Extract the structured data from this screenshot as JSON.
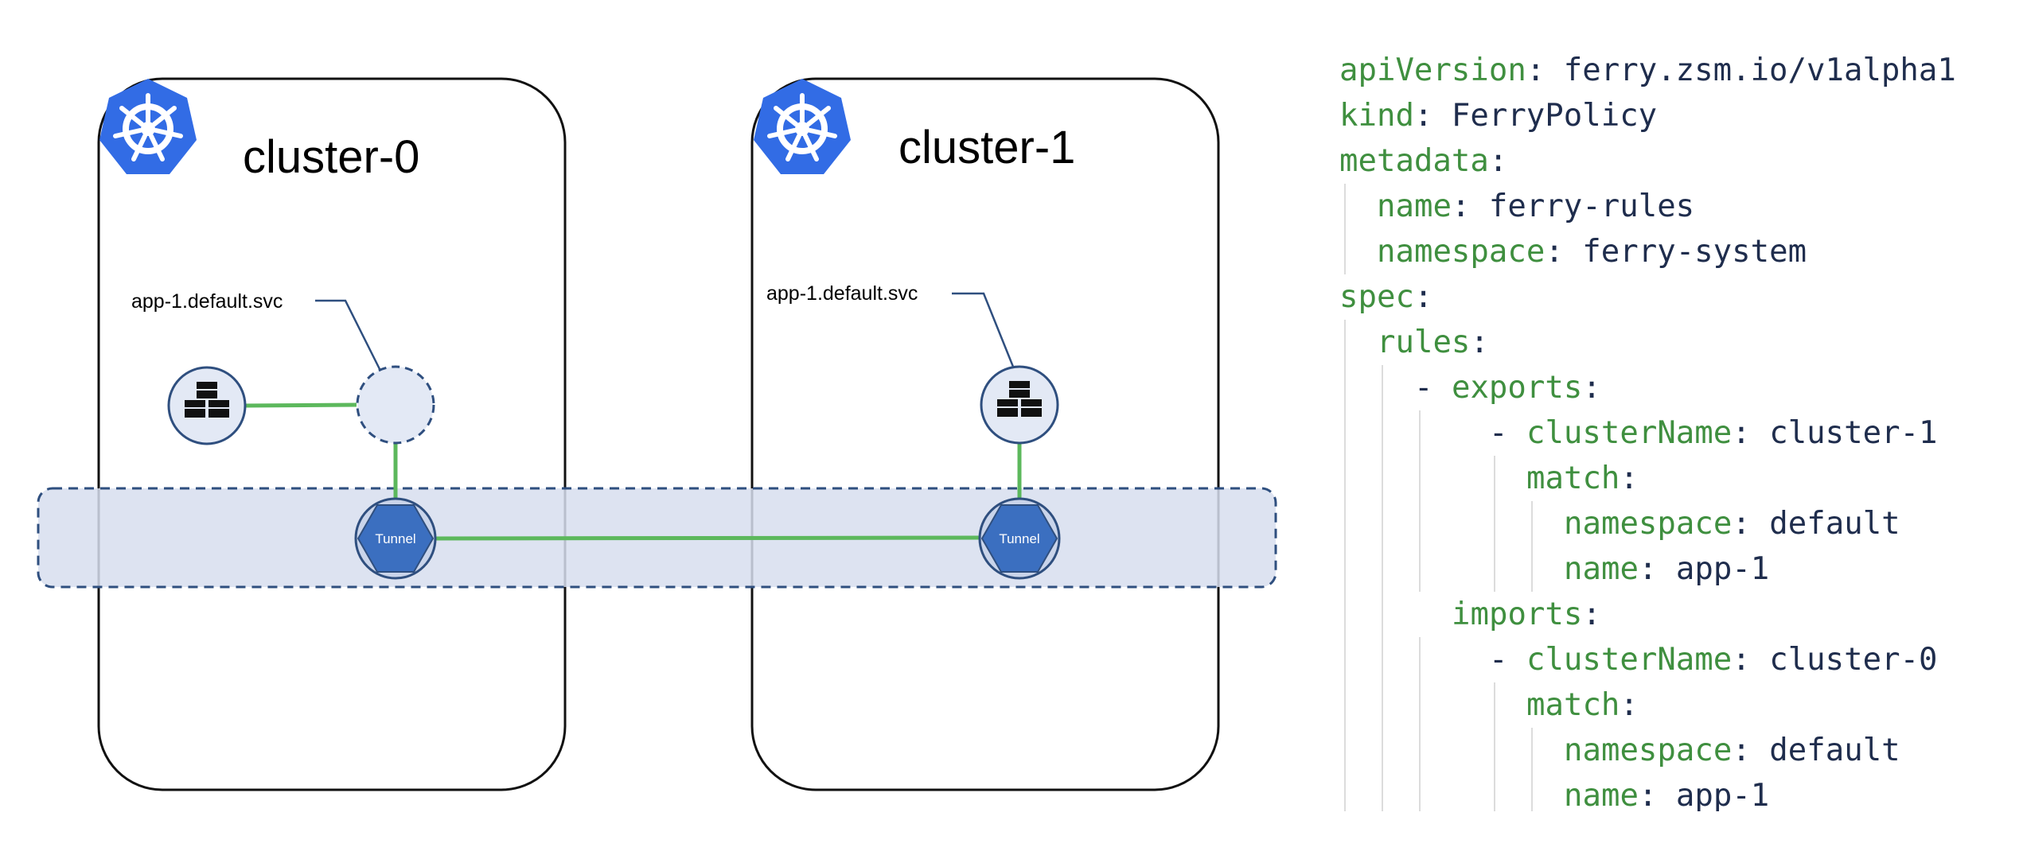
{
  "clusters": [
    {
      "title": "cluster-0",
      "service_label": "app-1.default.svc",
      "tunnel_label": "Tunnel"
    },
    {
      "title": "cluster-1",
      "service_label": "app-1.default.svc",
      "tunnel_label": "Tunnel"
    }
  ],
  "colors": {
    "kubernetes_blue": "#326ce5",
    "tunnel_blue": "#3b6fc0",
    "tunnel_band": "#d7deef",
    "link_green": "#5cb85c",
    "yaml_key": "#3f8f3f",
    "yaml_value": "#1f2d4d"
  },
  "icons": {
    "kubernetes": "helm-wheel-icon",
    "workload": "cubes-icon",
    "virtual_service": "dashed-circle-icon",
    "tunnel": "hexagon-icon"
  },
  "yaml": [
    {
      "key": "apiVersion",
      "value": "ferry.zsm.io/v1alpha1"
    },
    {
      "key": "kind",
      "value": "FerryPolicy"
    },
    {
      "key": "metadata",
      "value": ""
    },
    {
      "key": "name",
      "value": "ferry-rules"
    },
    {
      "key": "namespace",
      "value": "ferry-system"
    },
    {
      "key": "spec",
      "value": ""
    },
    {
      "key": "rules",
      "value": ""
    },
    {
      "key": "exports",
      "value": ""
    },
    {
      "key": "clusterName",
      "value": "cluster-1"
    },
    {
      "key": "match",
      "value": ""
    },
    {
      "key": "namespace",
      "value": "default"
    },
    {
      "key": "name",
      "value": "app-1"
    },
    {
      "key": "imports",
      "value": ""
    },
    {
      "key": "clusterName",
      "value": "cluster-0"
    },
    {
      "key": "match",
      "value": ""
    },
    {
      "key": "namespace",
      "value": "default"
    },
    {
      "key": "name",
      "value": "app-1"
    }
  ]
}
